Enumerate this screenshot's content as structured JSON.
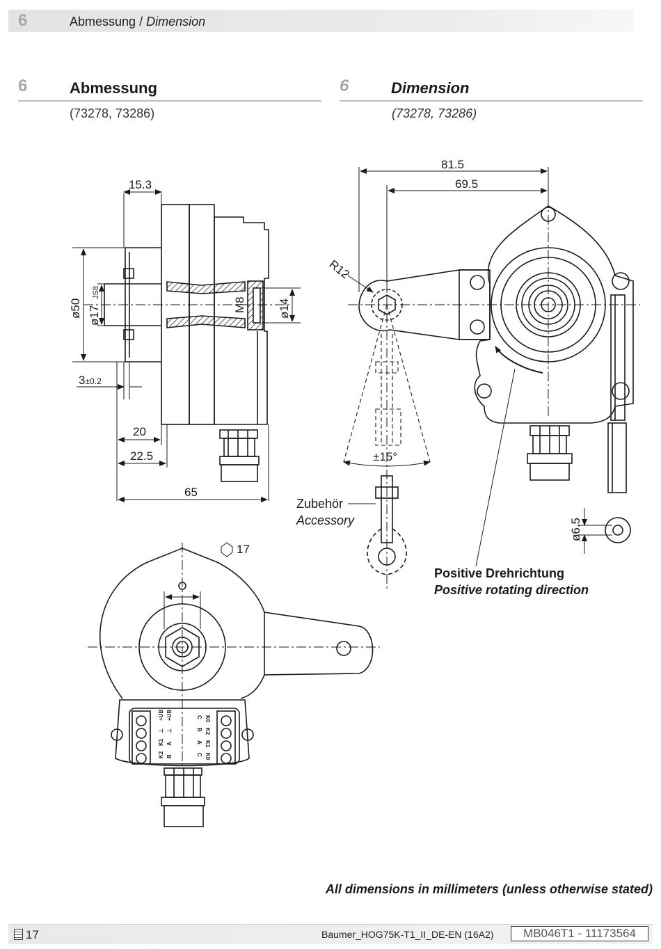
{
  "header": {
    "number": "6",
    "title_de": "Abmessung",
    "separator": " / ",
    "title_en": "Dimension"
  },
  "section_left": {
    "number": "6",
    "title": "Abmessung",
    "models": "(73278, 73286)"
  },
  "section_right": {
    "number": "6",
    "title": "Dimension",
    "models": "(73278, 73286)"
  },
  "side_view": {
    "dim_15_3": "15.3",
    "dim_d50": "ø50",
    "dim_d17": "ø17",
    "dim_js8": "JS8",
    "dim_m8": "M8",
    "dim_d14": "ø14",
    "dim_3": "3",
    "dim_3_tol": "±0.2",
    "dim_20": "20",
    "dim_22_5": "22.5",
    "dim_65": "65"
  },
  "front_view": {
    "dim_81_5": "81.5",
    "dim_69_5": "69.5",
    "dim_r12": "R12",
    "dim_15deg": "±15°",
    "accessory_de": "Zubehör",
    "accessory_en": "Accessory",
    "dim_d6_5": "ø6.5",
    "rotation_de": "Positive Drehrichtung",
    "rotation_en": "Positive rotating direction"
  },
  "rear_view": {
    "hex_size": "17",
    "terminal_left": [
      "+UB",
      "⊥",
      "K1",
      "K2",
      "+UB",
      "⊥",
      "A",
      "B"
    ],
    "terminal_right": [
      "K0",
      "K2",
      "K1",
      "K0",
      "C",
      "B",
      "A",
      "C"
    ]
  },
  "footnote": "All dimensions in millimeters (unless otherwise stated)",
  "footer": {
    "page": "17",
    "file": "Baumer_HOG75K-T1_II_DE-EN  (16A2)",
    "code": "MB046T1 - 11173564"
  }
}
